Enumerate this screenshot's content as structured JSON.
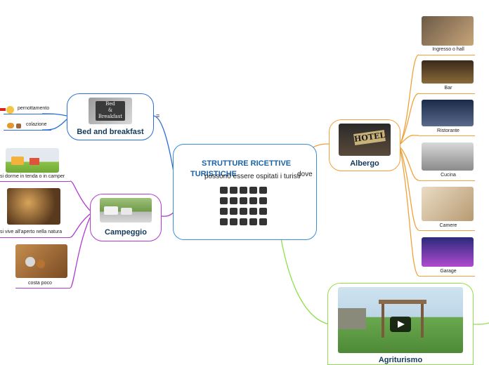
{
  "central": {
    "title_line1": "STRUTTURE RICETTIVE",
    "title_line2": "TURISTICHE",
    "title_tail": "dove",
    "subtitle": "possono essere ospitati i turisti",
    "icon_names": [
      "airplane-icon",
      "bus-icon",
      "stars-icon",
      "cocktail-icon",
      "cloche-icon",
      "tv-icon",
      "bed-icon",
      "building-icon",
      "phone-icon",
      "map-icon",
      "shower-icon",
      "beach-icon",
      "umbrella-icon",
      "key-icon",
      "car-icon",
      "coffee-icon",
      "bottle-icon",
      "dining-icon",
      "glass-icon",
      "camera-icon"
    ]
  },
  "bed_and_breakfast": {
    "title": "Bed and breakfast",
    "sign_text_1": "Bed",
    "sign_text_2": "&",
    "sign_text_3": "Breakfast",
    "items": [
      {
        "label": "pernottamento",
        "icon": "sleeping-face-icon"
      },
      {
        "label": "colazione",
        "icon": "croissant-coffee-icon"
      }
    ],
    "color": "#2b6fd6"
  },
  "campeggio": {
    "title": "Campeggio",
    "items": [
      {
        "label": "si dorme in tenda o in camper"
      },
      {
        "label": "si vive all'aperto nella natura"
      },
      {
        "label": "costa poco"
      }
    ],
    "color": "#b03ccf"
  },
  "albergo": {
    "title": "Albergo",
    "sign_text": "HOTEL",
    "items": [
      {
        "label": "Ingresso o hall"
      },
      {
        "label": "Bar"
      },
      {
        "label": "Ristorante"
      },
      {
        "label": "Cucina"
      },
      {
        "label": "Camere"
      },
      {
        "label": "Garage"
      }
    ],
    "color": "#f0a23a"
  },
  "agriturismo": {
    "title": "Agriturismo",
    "color": "#8ee04a"
  }
}
